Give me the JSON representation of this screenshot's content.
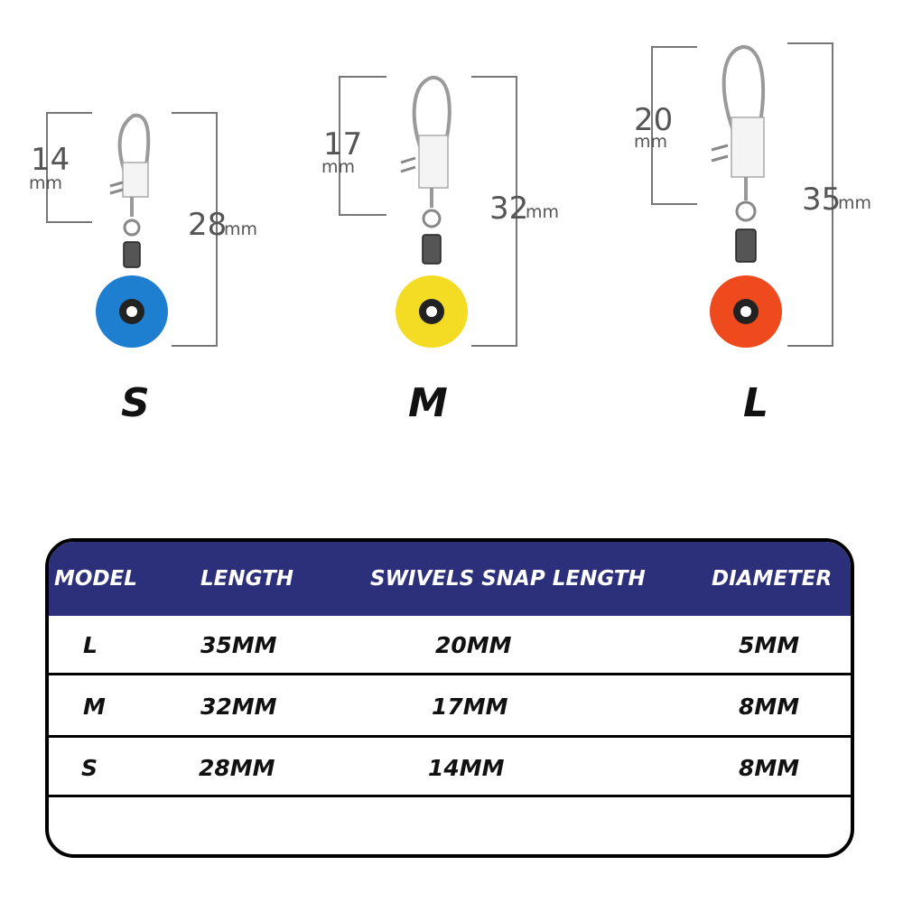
{
  "products": [
    {
      "size": "S",
      "total": "28",
      "snap": "14",
      "unit": "mm",
      "color": "#1e7fd0"
    },
    {
      "size": "M",
      "total": "32",
      "snap": "17",
      "unit": "mm",
      "color": "#f4dc25"
    },
    {
      "size": "L",
      "total": "35",
      "snap": "20",
      "unit": "mm",
      "color": "#ee4a1e"
    }
  ],
  "table": {
    "headers": [
      "MODEL",
      "LENGTH",
      "SWIVELS SNAP LENGTH",
      "DIAMETER"
    ],
    "rows": [
      [
        "L",
        "35MM",
        "20MM",
        "5MM"
      ],
      [
        "M",
        "32MM",
        "17MM",
        "8MM"
      ],
      [
        "S",
        "28MM",
        "14MM",
        "8MM"
      ]
    ]
  },
  "colors": {
    "header_bg": "#2c2f7a",
    "dimension_line": "#777777"
  }
}
